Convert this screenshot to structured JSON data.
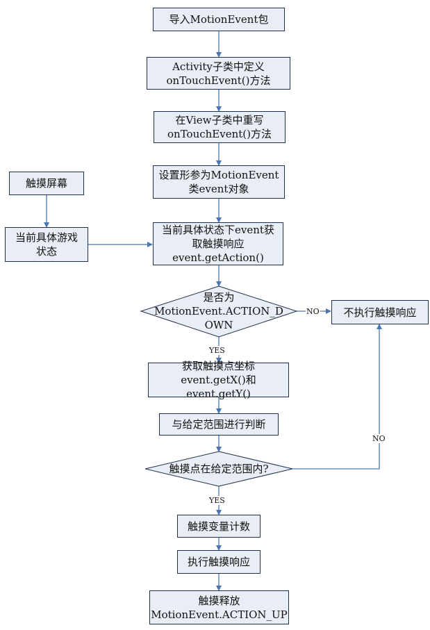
{
  "colors": {
    "line": "#4a76b4",
    "box_fill": "#e9eef6",
    "box_border": "#1f2f4a"
  },
  "nodes": {
    "import_pkg": "导入MotionEvent包",
    "activity_define": "Activity子类中定义\nonTouchEvent()方法",
    "view_override": "在View子类中重写\nonTouchEvent()方法",
    "set_param": "设置形参为MotionEvent\n类event对象",
    "get_action": "当前具体状态下event获\n取触摸响应\nevent.getAction()",
    "touch_screen": "触摸屏幕",
    "game_state": "当前具体游戏\n状态",
    "is_down": "是否为\nMotionEvent.ACTION_D\nOWN",
    "no_response": "不执行触摸响应",
    "get_coords": "获取触摸点坐标\nevent.getX()和event.getY()",
    "judge_range": "与给定范围进行判断",
    "in_range": "触摸点在给定范围内?",
    "count_var": "触摸变量计数",
    "exec_response": "执行触摸响应",
    "release": "触摸释放\nMotionEvent.ACTION_UP"
  },
  "edge_labels": {
    "no1": "NO",
    "yes1": "YES",
    "no2": "NO",
    "yes2": "YES"
  }
}
